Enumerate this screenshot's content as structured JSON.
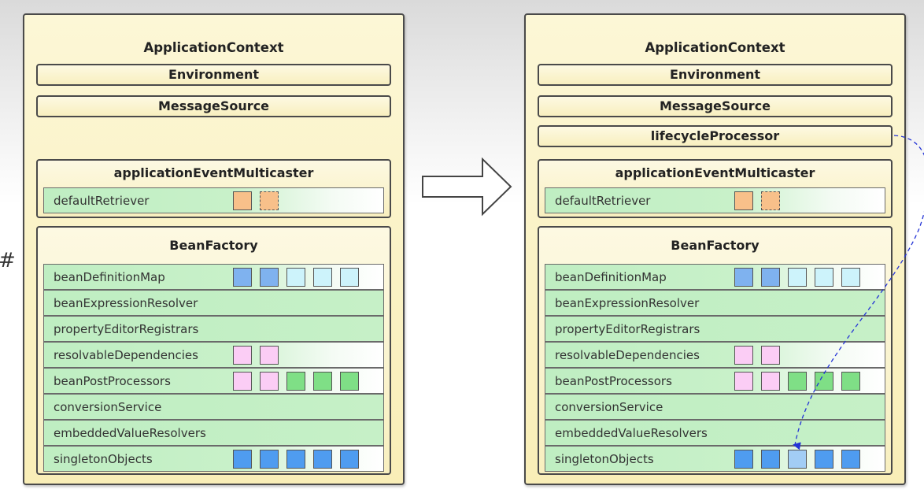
{
  "edge_glyph": "#",
  "contexts": [
    {
      "title": "ApplicationContext",
      "environment": "Environment",
      "message_source": "MessageSource",
      "multicaster": {
        "title": "applicationEventMulticaster",
        "row_label": "defaultRetriever"
      },
      "bean_factory": {
        "title": "BeanFactory",
        "rows": [
          {
            "label": "beanDefinitionMap"
          },
          {
            "label": "beanExpressionResolver"
          },
          {
            "label": "propertyEditorRegistrars"
          },
          {
            "label": "resolvableDependencies"
          },
          {
            "label": "beanPostProcessors"
          },
          {
            "label": "conversionService"
          },
          {
            "label": "embeddedValueResolvers"
          },
          {
            "label": "singletonObjects"
          }
        ]
      }
    },
    {
      "title": "ApplicationContext",
      "environment": "Environment",
      "message_source": "MessageSource",
      "lifecycle_processor": "lifecycleProcessor",
      "multicaster": {
        "title": "applicationEventMulticaster",
        "row_label": "defaultRetriever"
      },
      "bean_factory": {
        "title": "BeanFactory",
        "rows": [
          {
            "label": "beanDefinitionMap"
          },
          {
            "label": "beanExpressionResolver"
          },
          {
            "label": "propertyEditorRegistrars"
          },
          {
            "label": "resolvableDependencies"
          },
          {
            "label": "beanPostProcessors"
          },
          {
            "label": "conversionService"
          },
          {
            "label": "embeddedValueResolvers"
          },
          {
            "label": "singletonObjects"
          }
        ]
      }
    }
  ],
  "colors": {
    "orange": "#f8c08a",
    "blue": "#7fb2ef",
    "light_cyan": "#cdf3fb",
    "pink": "#fbcdf5",
    "green": "#7fdf86",
    "bright_blue": "#4f9cf0",
    "highlight_blue": "#a2cdf5",
    "connector": "#2333d6"
  }
}
